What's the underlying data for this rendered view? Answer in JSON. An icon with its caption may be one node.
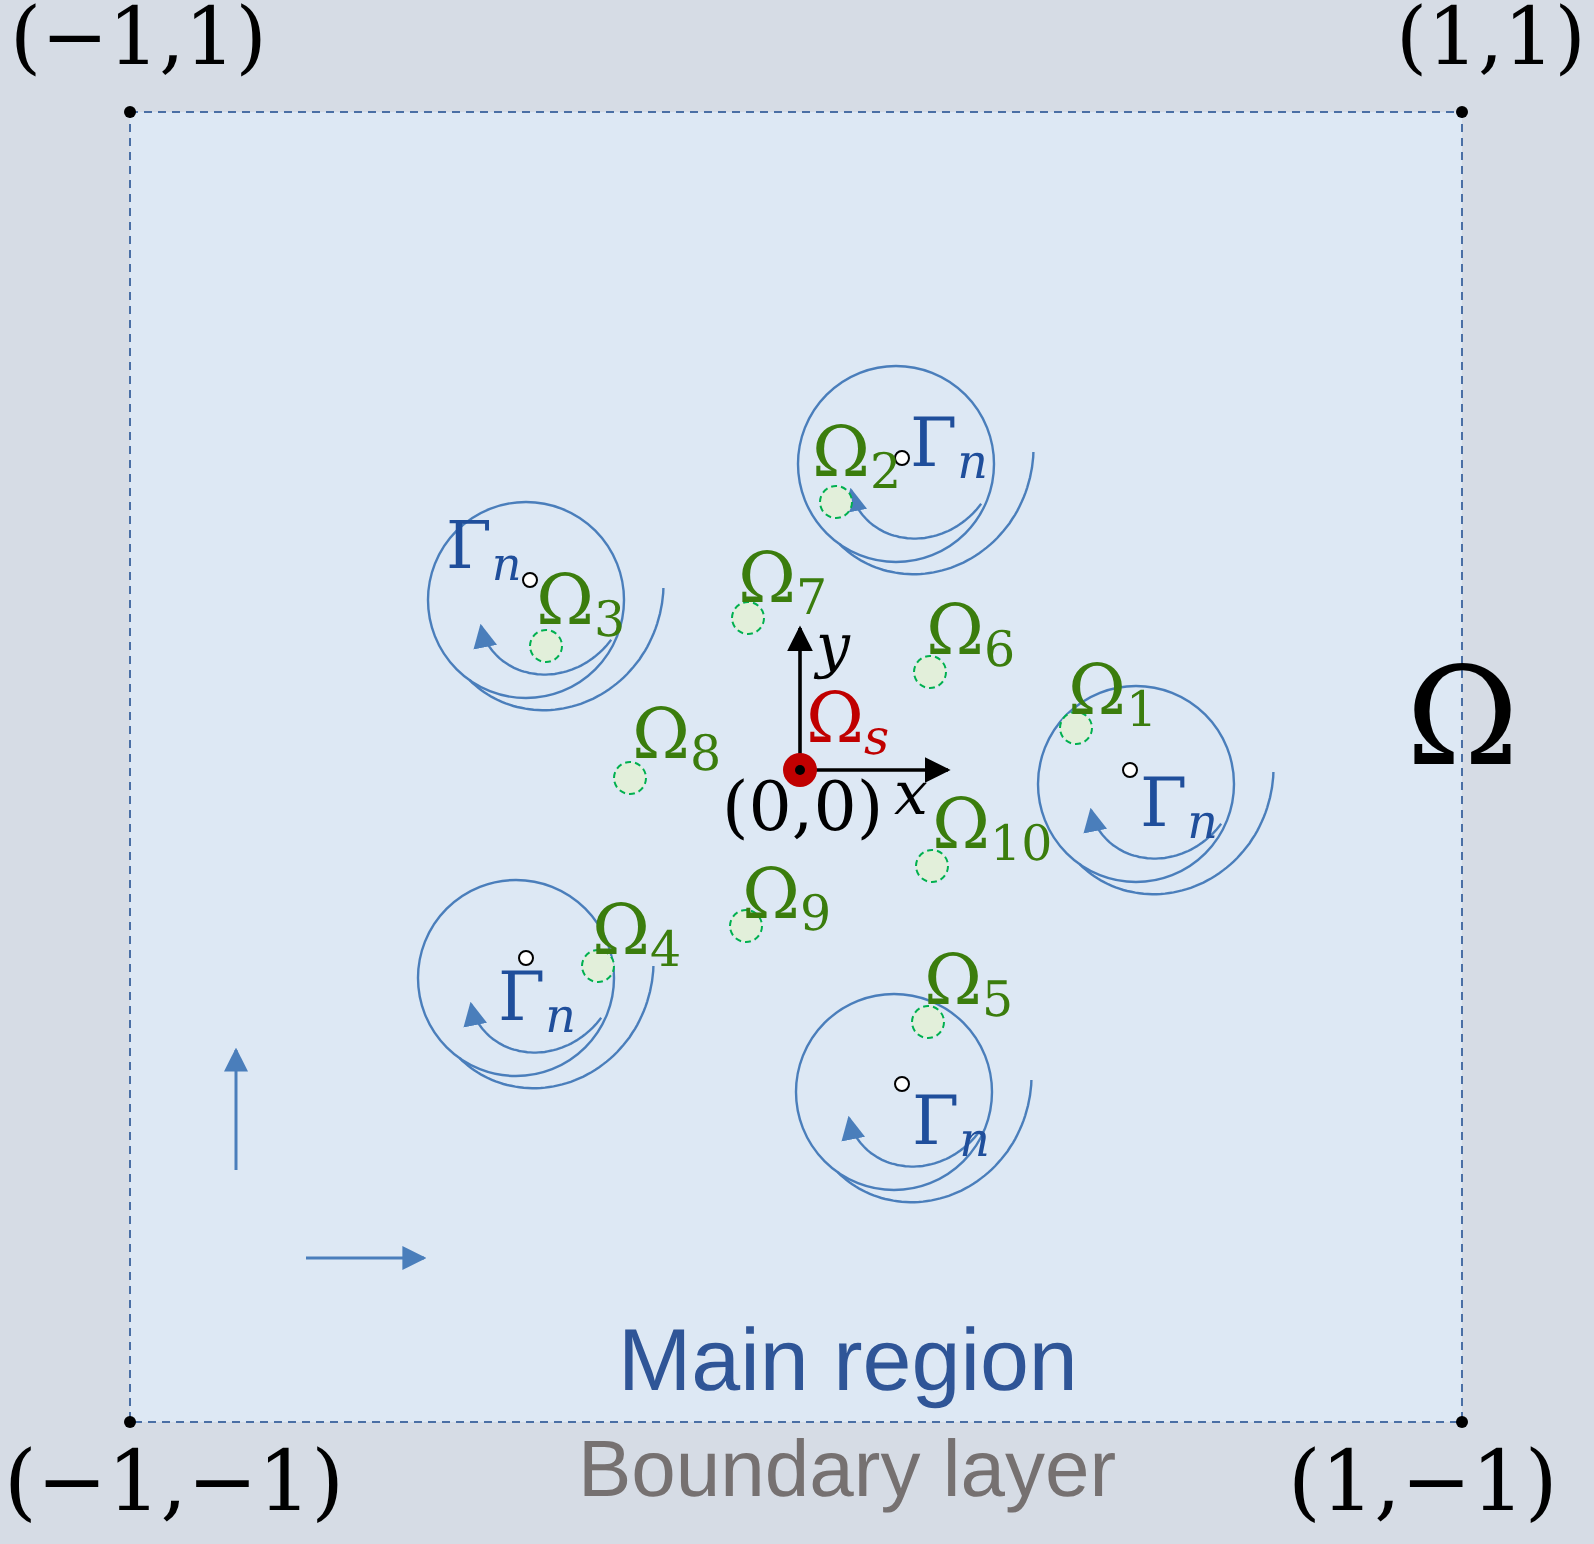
{
  "diagram": {
    "labels": [
      "(−1,1)",
      "(1,1)",
      "Ω$_{2}$",
      "Γ$_{n}$",
      "Γ$_{n}$",
      "Ω$_{7}$",
      "Ω$_{3}$",
      "Ω$_{6}$",
      "y",
      "Ω$_{1}$",
      "Ω$_{s}$",
      "Ω",
      "Ω$_{8}$",
      "(0,0)",
      "x",
      "Γ$_{n}$",
      "Ω$_{10}$",
      "Ω$_{9}$",
      "Ω$_{4}$",
      "Γ$_{n}$",
      "Ω$_{5}$",
      "Γ$_{n}$",
      "Main region",
      "(−1,−1)",
      "Boundary layer",
      "(1,−1)"
    ]
  }
}
